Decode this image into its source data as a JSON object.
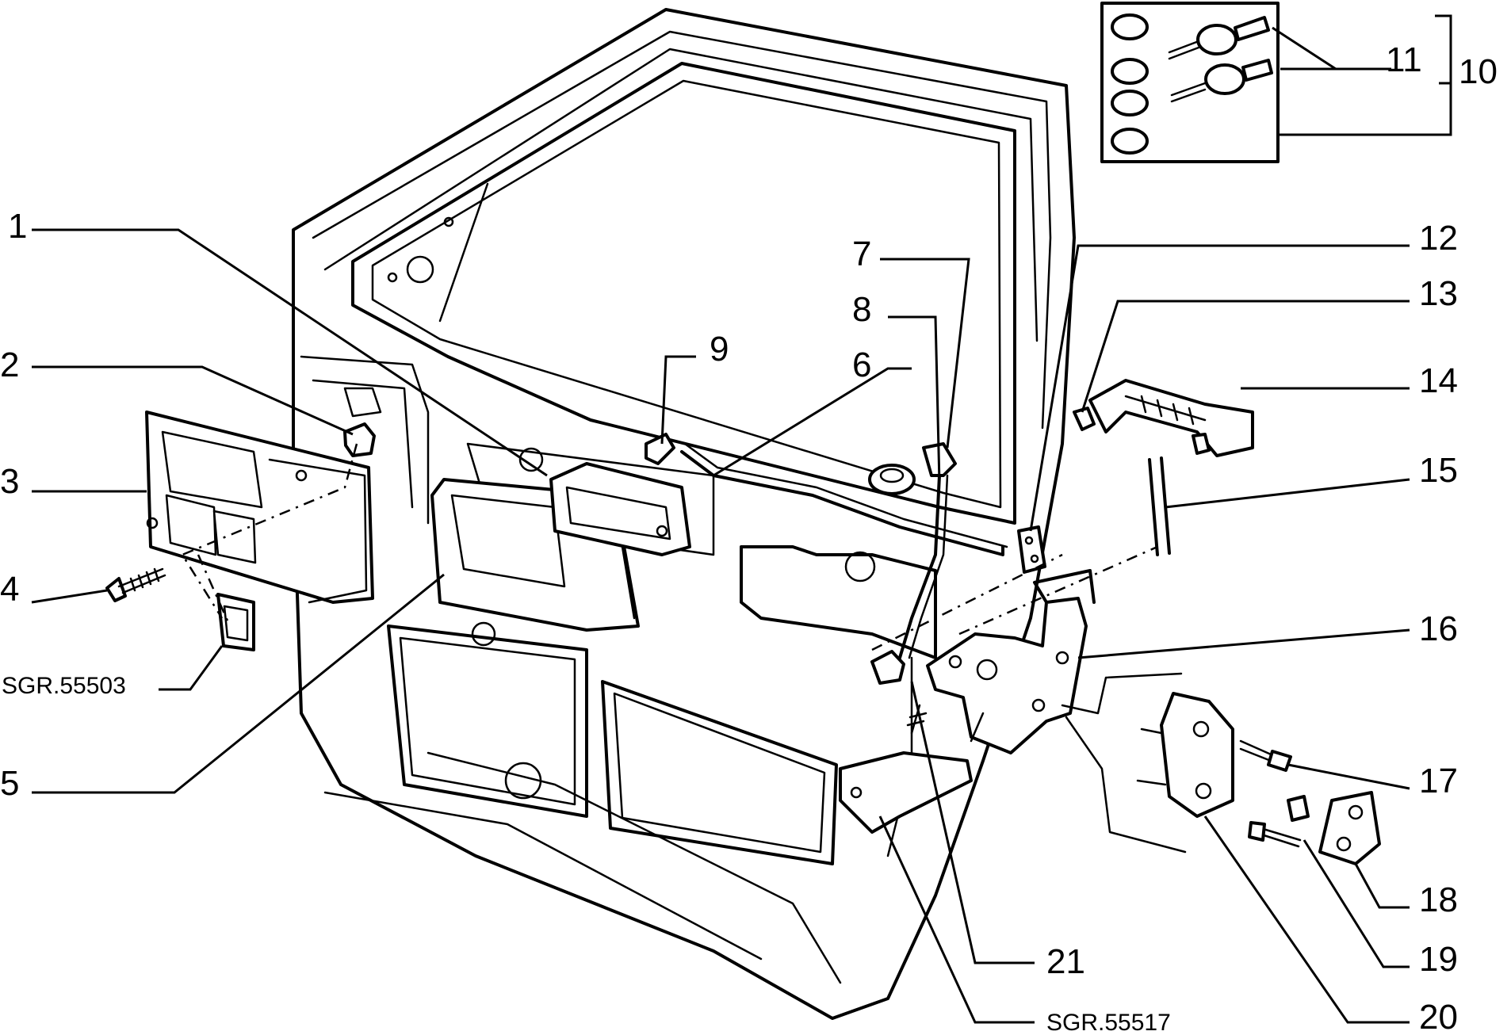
{
  "callouts": {
    "c1": "1",
    "c2": "2",
    "c3": "3",
    "c4": "4",
    "c5": "5",
    "c6": "6",
    "c7": "7",
    "c8": "8",
    "c9": "9",
    "c10": "10",
    "c11": "11",
    "c12": "12",
    "c13": "13",
    "c14": "14",
    "c15": "15",
    "c16": "16",
    "c17": "17",
    "c18": "18",
    "c19": "19",
    "c20": "20",
    "c21": "21"
  },
  "references": {
    "switch_ref": "SGR.55503",
    "bracket_ref": "SGR.55517"
  }
}
